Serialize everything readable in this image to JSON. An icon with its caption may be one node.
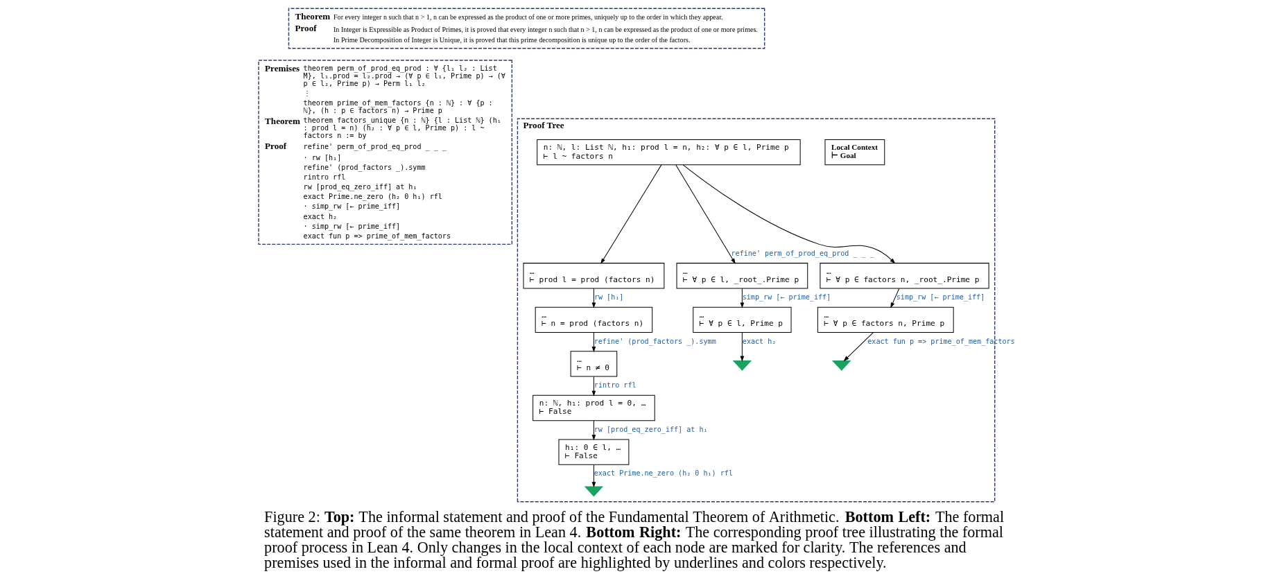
{
  "diagram": {
    "caption": "Figure 2: **Top:** The informal statement and proof of the Fundamental Theorem of Arithmetic. **Bottom Left:** The formal statement and proof of the same theorem in Lean 4. **Bottom Right:** The corresponding proof tree illustrating the formal proof process in Lean 4. Only changes in the local context of each node are marked for clarity. The references and premises used in the informal and formal proof are highlighted by underlines and colors respectively.",
    "nodes": [
      {
        "text": [
          "Theorem",
          "For every integer n such that n > 1, n can be expressed as the product of one or more primes, uniquely up to the order in which they appear.",
          "Proof",
          "In Integer is Expressible as Product of Primes, it is proved that every integer n such that n > 1, n can be expressed as the product of one or more primes.",
          "In Prime Decomposition of Integer is Unique, it is proved that this prime decomposition is unique up to the order of the factors."
        ]
      },
      {
        "text": [
          "Premises",
          "theorem perm_of_prod_eq_prod : ∀ {l₁ l₂ : List M}, l₁.prod = l₂.prod → (∀ p ∈ l₁, Prime p) → (∀ p ∈ l₂, Prime p) → Perm l₁ l₂",
          "⋮",
          "theorem prime_of_mem_factors {n : ℕ} : ∀ {p : ℕ}, (h : p ∈ factors n) → Prime p",
          "Theorem",
          "theorem factors_unique {n : ℕ} {l : List ℕ} (h₁ : prod l = n) (h₂ : ∀ p ∈ l, Prime p) : l ~ factors n := by",
          "Proof",
          "refine' perm_of_prod_eq_prod _ _ _",
          "· rw [h₁]",
          "refine' (prod_factors _).symm",
          "rintro rfl",
          "rw [prod_eq_zero_iff] at h₁",
          "exact Prime.ne_zero (h₂ 0 h₁) rfl",
          "· simp_rw [← prime_iff]",
          "exact h₂",
          "· simp_rw [← prime_iff]",
          "exact fun p => prime_of_mem_factors"
        ]
      },
      {
        "text": [
          "Proof Tree"
        ]
      },
      {
        "text": [
          "n: ℕ, l: List ℕ, h₁: prod l = n, h₂: ∀ p ∈ l, Prime p",
          "⊢ l ~ factors n"
        ],
        "in": 2
      },
      {
        "text": [
          "Local Context",
          "⊢ Goal"
        ],
        "in": 2
      },
      {
        "text": [
          "…",
          "⊢ prod l = prod (factors n)"
        ],
        "in": 2
      },
      {
        "text": [
          "…",
          "⊢ ∀ p ∈ l, _root_.Prime p"
        ],
        "in": 2
      },
      {
        "text": [
          "…",
          "⊢ ∀ p ∈ factors n, _root_.Prime p"
        ],
        "in": 2
      },
      {
        "text": [
          "…",
          "⊢ n = prod (factors n)"
        ],
        "in": 2
      },
      {
        "text": [
          "…",
          "⊢ ∀ p ∈ l, Prime p"
        ],
        "in": 2
      },
      {
        "text": [
          "…",
          "⊢ ∀ p ∈ factors n, Prime p"
        ],
        "in": 2
      },
      {
        "text": [
          "…",
          "⊢ n ≠ 0"
        ],
        "in": 2
      },
      {
        "text": [],
        "shape": "check",
        "in": 2
      },
      {
        "text": [],
        "shape": "check",
        "in": 2
      },
      {
        "text": [
          "n: ℕ, h₁: prod l = 0, …",
          "⊢ False"
        ],
        "in": 2
      },
      {
        "text": [
          "h₁: 0 ∈ l, …",
          "⊢ False"
        ],
        "in": 2
      },
      {
        "text": [],
        "shape": "check",
        "in": 2
      }
    ],
    "edges": [
      {
        "from": 3,
        "to": 5,
        "arrow": "to"
      },
      {
        "from": 3,
        "to": 6,
        "arrow": "to",
        "label": "refine' perm_of_prod_eq_prod _ _ _"
      },
      {
        "from": 3,
        "to": 7,
        "arrow": "to"
      },
      {
        "from": 5,
        "to": 8,
        "arrow": "to",
        "label": "rw [h₁]"
      },
      {
        "from": 6,
        "to": 9,
        "arrow": "to",
        "label": "simp_rw [← prime_iff]"
      },
      {
        "from": 7,
        "to": 10,
        "arrow": "to",
        "label": "simp_rw [← prime_iff]"
      },
      {
        "from": 8,
        "to": 11,
        "arrow": "to",
        "label": "refine' (prod_factors _).symm"
      },
      {
        "from": 9,
        "to": 12,
        "arrow": "to",
        "label": "exact h₂"
      },
      {
        "from": 10,
        "to": 13,
        "arrow": "to",
        "label": "exact fun p => prime_of_mem_factors"
      },
      {
        "from": 11,
        "to": 14,
        "arrow": "to",
        "label": "rintro rfl"
      },
      {
        "from": 14,
        "to": 15,
        "arrow": "to",
        "label": "rw [prod_eq_zero_iff] at h₁"
      },
      {
        "from": 15,
        "to": 16,
        "arrow": "to",
        "label": "exact Prime.ne_zero (h₂ 0 h₁) rfl"
      }
    ]
  }
}
